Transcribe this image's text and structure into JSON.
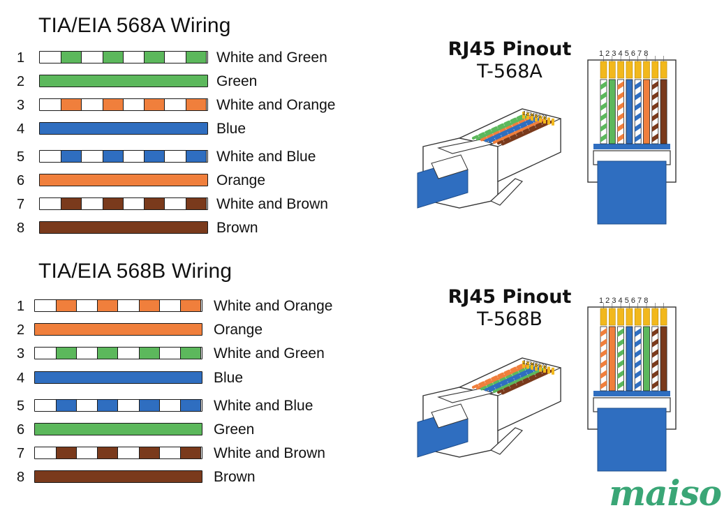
{
  "sections": [
    {
      "title": "TIA/EIA 568A Wiring",
      "wires": [
        {
          "pin": "1",
          "label": "White and Green",
          "color": "#5cb85c",
          "striped": true
        },
        {
          "pin": "2",
          "label": "Green",
          "color": "#5cb85c",
          "striped": false
        },
        {
          "pin": "3",
          "label": "White and Orange",
          "color": "#f07f3c",
          "striped": true
        },
        {
          "pin": "4",
          "label": "Blue",
          "color": "#2f6ec0",
          "striped": false
        },
        {
          "pin": "5",
          "label": "White and Blue",
          "color": "#2f6ec0",
          "striped": true
        },
        {
          "pin": "6",
          "label": "Orange",
          "color": "#f07f3c",
          "striped": false
        },
        {
          "pin": "7",
          "label": "White and Brown",
          "color": "#7a3a1c",
          "striped": true
        },
        {
          "pin": "8",
          "label": "Brown",
          "color": "#7a3a1c",
          "striped": false
        }
      ]
    },
    {
      "title": "TIA/EIA 568B Wiring",
      "wires": [
        {
          "pin": "1",
          "label": "White and Orange",
          "color": "#f07f3c",
          "striped": true
        },
        {
          "pin": "2",
          "label": "Orange",
          "color": "#f07f3c",
          "striped": false
        },
        {
          "pin": "3",
          "label": "White and Green",
          "color": "#5cb85c",
          "striped": true
        },
        {
          "pin": "4",
          "label": "Blue",
          "color": "#2f6ec0",
          "striped": false
        },
        {
          "pin": "5",
          "label": "White and Blue",
          "color": "#2f6ec0",
          "striped": true
        },
        {
          "pin": "6",
          "label": "Green",
          "color": "#5cb85c",
          "striped": false
        },
        {
          "pin": "7",
          "label": "White and Brown",
          "color": "#7a3a1c",
          "striped": true
        },
        {
          "pin": "8",
          "label": "Brown",
          "color": "#7a3a1c",
          "striped": false
        }
      ]
    }
  ],
  "pinouts": [
    {
      "title_line1": "RJ45 Pinout",
      "title_line2": "T-568A",
      "pin_numbers": "1 2 3 4 5 6 7 8",
      "plug_pin_numbers": "12345678"
    },
    {
      "title_line1": "RJ45 Pinout",
      "title_line2": "T-568B",
      "pin_numbers": "1 2 3 4 5 6 7 8",
      "plug_pin_numbers": "12345678"
    }
  ],
  "watermark": "maiso",
  "colors": {
    "white": "#ffffff",
    "green": "#5cb85c",
    "orange": "#f07f3c",
    "blue": "#2f6ec0",
    "brown": "#7a3a1c",
    "gold_contact": "#f2b81c",
    "jacket_blue": "#2f6ec0",
    "watermark_green": "#3aa676"
  }
}
